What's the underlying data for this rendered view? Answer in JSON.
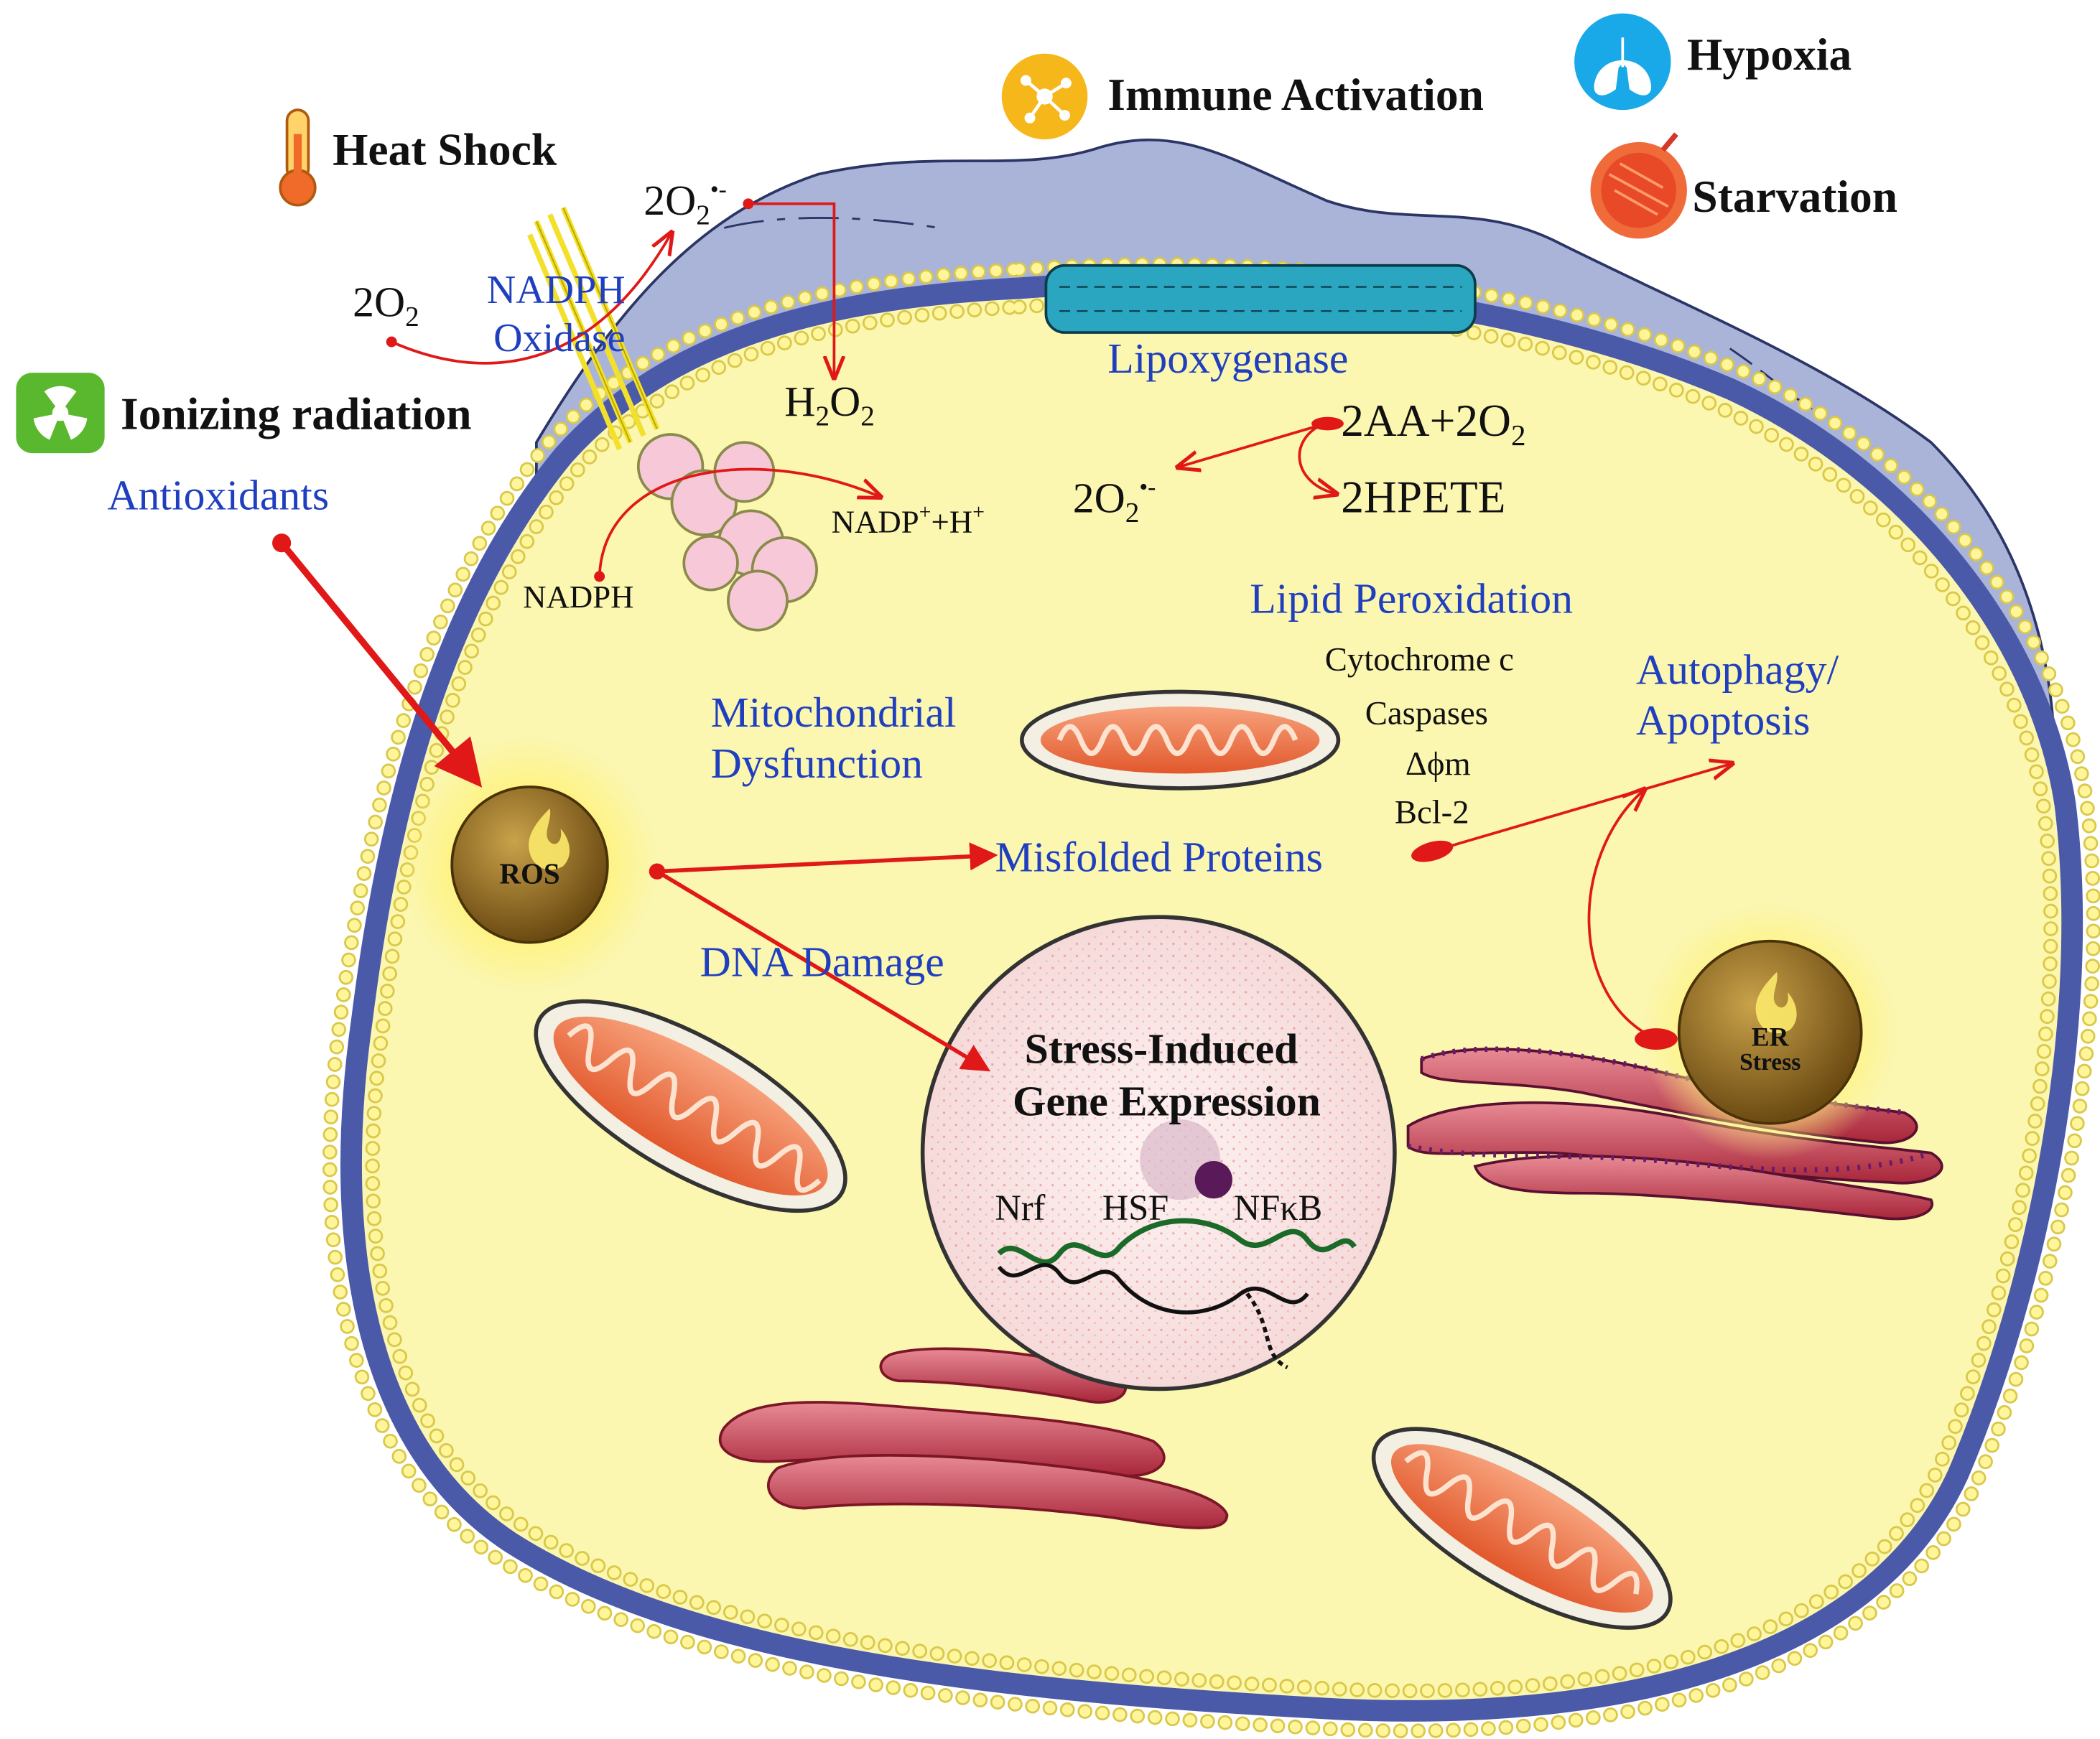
{
  "stressors": {
    "heat_shock": "Heat Shock",
    "immune_activation": "Immune Activation",
    "hypoxia": "Hypoxia",
    "starvation": "Starvation",
    "ionizing_radiation": "Ionizing radiation"
  },
  "antioxidants": "Antioxidants",
  "nadph_oxidase": {
    "line1": "NADPH",
    "line2": "Oxidase",
    "o2": "2O",
    "o2_sub": "2",
    "superoxide": "2O",
    "superoxide_sub": "2",
    "superoxide_sup": "•-",
    "h2o2_h": "H",
    "h2o2_sub": "2",
    "h2o2_o": "O",
    "h2o2_sub2": "2",
    "nadph": "NADPH",
    "nadp": "NADP",
    "nadp_sup": "+",
    "nadp_tail": "+H",
    "nadp_tail_sup": "+"
  },
  "lipoxygenase": {
    "name": "Lipoxygenase",
    "substrate": "2AA+2O",
    "substrate_sub": "2",
    "superoxide": "2O",
    "superoxide_sub": "2",
    "superoxide_sup": "•-",
    "product": "2HPETE"
  },
  "lipid_peroxidation": "Lipid Peroxidation",
  "mito_markers": [
    "Cytochrome c",
    "Caspases",
    "Δϕm",
    "Bcl-2"
  ],
  "autophagy": {
    "line1": "Autophagy/",
    "line2": "Apoptosis"
  },
  "mitochondrial_dysfunction": {
    "line1": "Mitochondrial",
    "line2": "Dysfunction"
  },
  "ros": "ROS",
  "misfolded_proteins": "Misfolded Proteins",
  "dna_damage": "DNA Damage",
  "nucleus": {
    "line1": "Stress-Induced",
    "line2": "Gene Expression",
    "factors": [
      "Nrf",
      "HSF",
      "NFκB"
    ]
  },
  "er_stress": {
    "line1": "ER",
    "line2": "Stress"
  },
  "colors": {
    "arrow": "#e01818",
    "label_blue": "#1f3fbf",
    "cytoplasm": "#fbf6b0",
    "membrane": "#4a5aa8",
    "outer_cell": "#a9b4d6"
  },
  "icons": [
    "thermometer-icon",
    "immune-icon",
    "lungs-icon",
    "stomach-icon",
    "radiation-icon",
    "flame-icon"
  ]
}
